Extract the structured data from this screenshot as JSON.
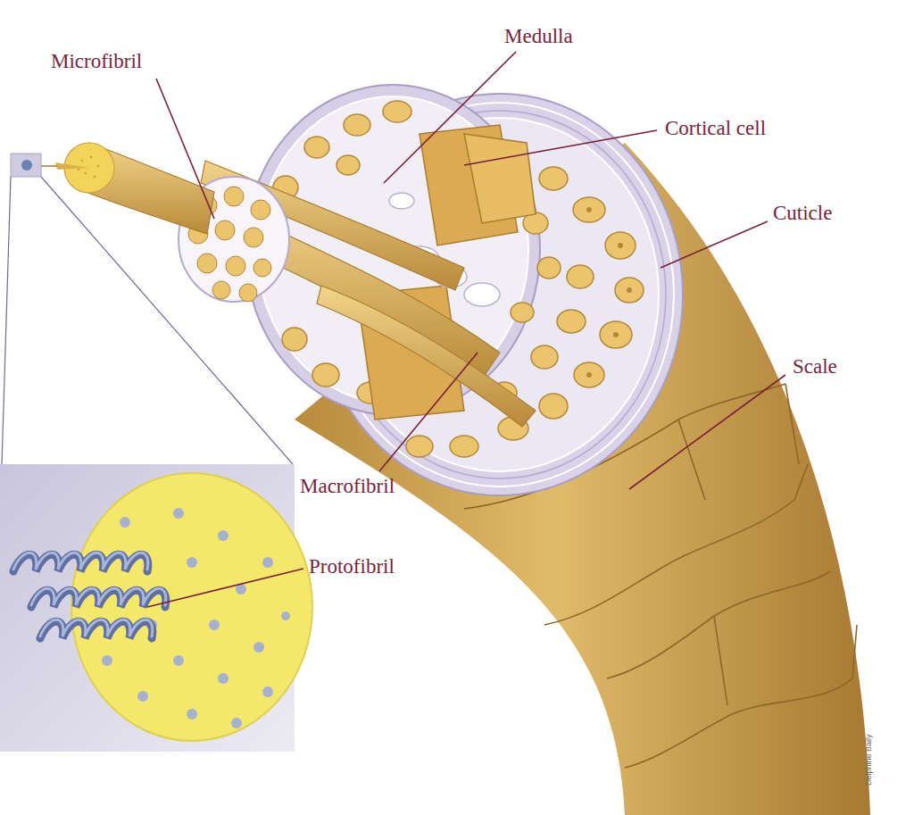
{
  "diagram": {
    "labels": [
      "Microfibril",
      "Medulla",
      "Cortical cell",
      "Cuticle",
      "Scale",
      "Macrofibril",
      "Protofibril",
      "Delphine Baily"
    ]
  }
}
